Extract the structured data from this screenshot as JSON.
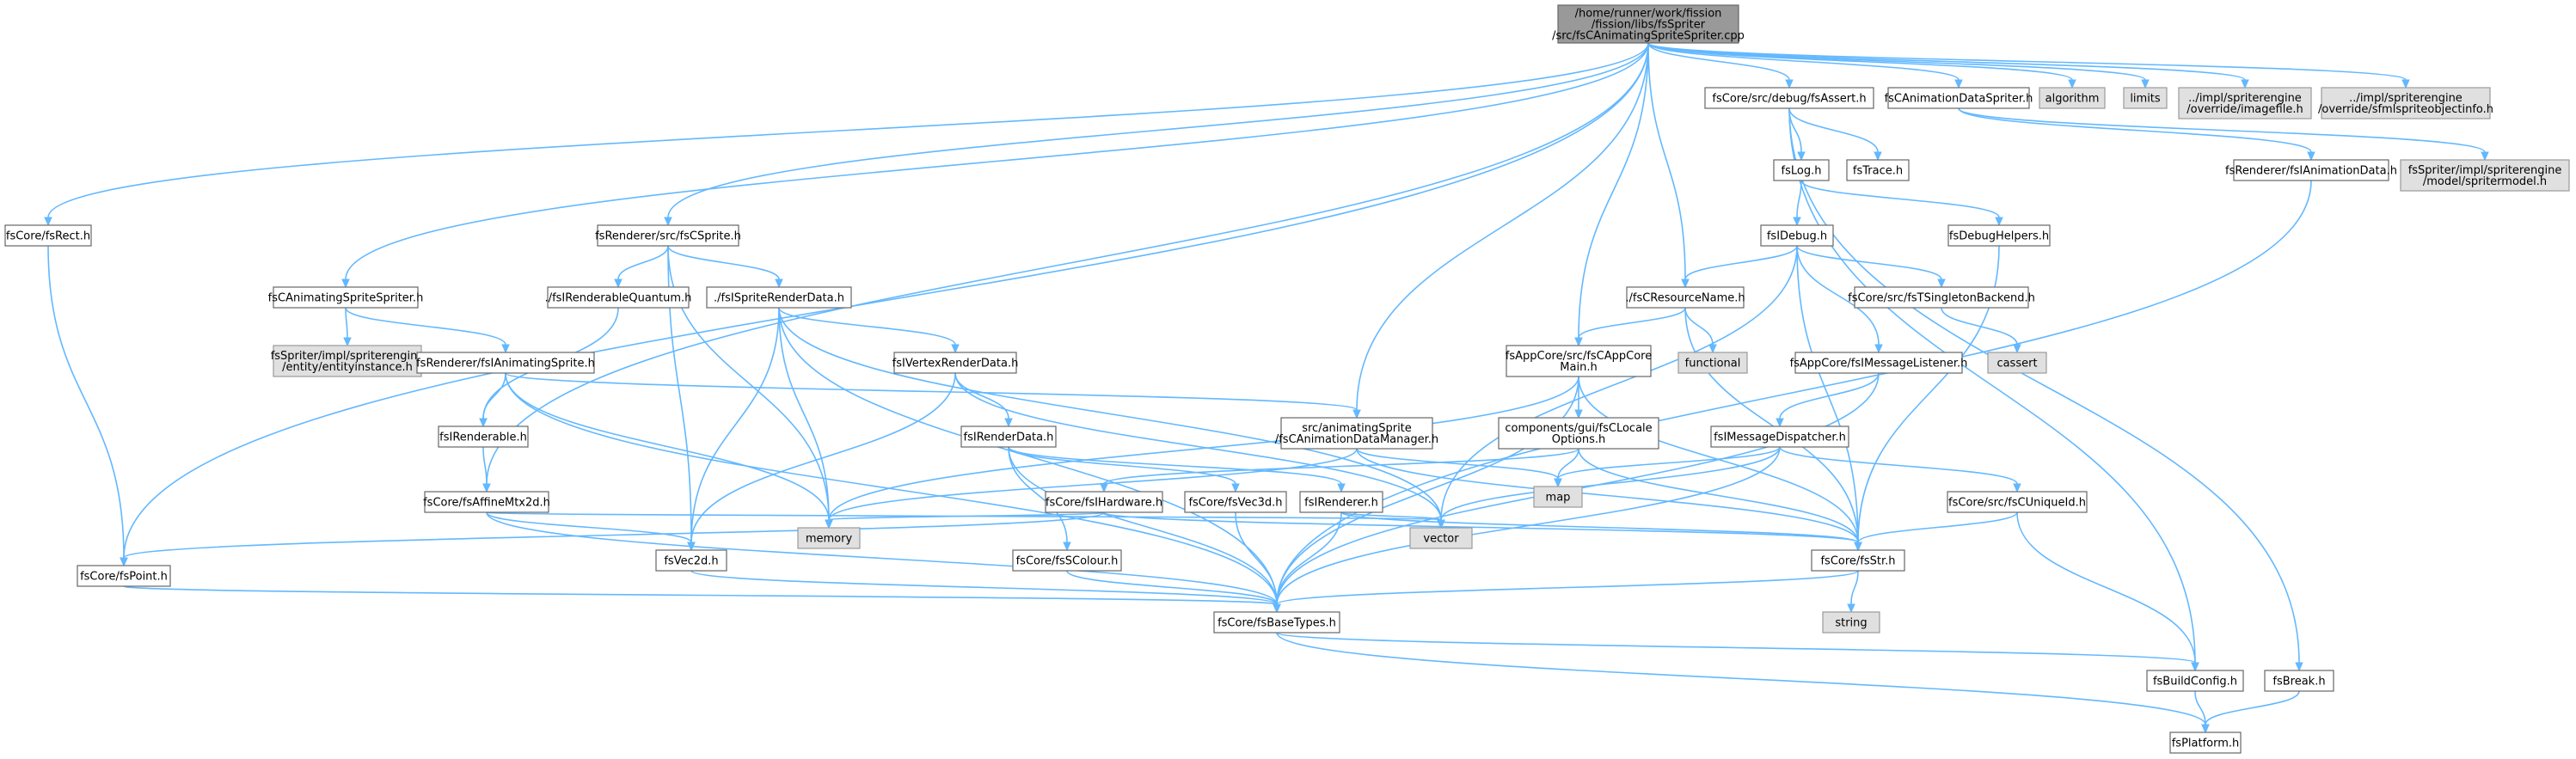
{
  "colors": {
    "root_fill": "#999999",
    "node_fill": "#ffffff",
    "node_stroke": "#666666",
    "external_fill": "#e0e0e0",
    "external_stroke": "#999999",
    "edge": "#63b8ff"
  },
  "nodes": [
    {
      "id": "root",
      "kind": "root",
      "lines": [
        "/home/runner/work/fission",
        "/fission/libs/fsSpriter",
        "/src/fsCAnimatingSpriteSpriter.cpp"
      ]
    },
    {
      "id": "fsRect",
      "kind": "file",
      "lines": [
        "fsCore/fsRect.h"
      ]
    },
    {
      "id": "fsPoint",
      "kind": "file",
      "lines": [
        "fsCore/fsPoint.h"
      ]
    },
    {
      "id": "fsCAnimatingSpriteSpriter",
      "kind": "file",
      "lines": [
        "fsCAnimatingSpriteSpriter.h"
      ]
    },
    {
      "id": "entityinstance",
      "kind": "external",
      "lines": [
        "fsSpriter/impl/spriterengine",
        "/entity/entityinstance.h"
      ]
    },
    {
      "id": "fsIAnimatingSprite",
      "kind": "file",
      "lines": [
        "fsRenderer/fsIAnimatingSprite.h"
      ]
    },
    {
      "id": "fsIRenderable",
      "kind": "file",
      "lines": [
        "fsIRenderable.h"
      ]
    },
    {
      "id": "fsAffineMtx2d",
      "kind": "file",
      "lines": [
        "fsCore/fsAffineMtx2d.h"
      ]
    },
    {
      "id": "fsCSprite",
      "kind": "file",
      "lines": [
        "fsRenderer/src/fsCSprite.h"
      ]
    },
    {
      "id": "fsIRenderableQuantum",
      "kind": "file",
      "lines": [
        "./fsIRenderableQuantum.h"
      ]
    },
    {
      "id": "fsISpriteRenderData",
      "kind": "file",
      "lines": [
        "./fsISpriteRenderData.h"
      ]
    },
    {
      "id": "fsIVertexRenderData",
      "kind": "file",
      "lines": [
        "fsIVertexRenderData.h"
      ]
    },
    {
      "id": "fsIRenderData",
      "kind": "file",
      "lines": [
        "fsIRenderData.h"
      ]
    },
    {
      "id": "fsIHardware",
      "kind": "file",
      "lines": [
        "fsCore/fsIHardware.h"
      ]
    },
    {
      "id": "fsVec3d",
      "kind": "file",
      "lines": [
        "fsCore/fsVec3d.h"
      ]
    },
    {
      "id": "fsIRenderer",
      "kind": "file",
      "lines": [
        "fsIRenderer.h"
      ]
    },
    {
      "id": "fsSColour",
      "kind": "file",
      "lines": [
        "fsCore/fsSColour.h"
      ]
    },
    {
      "id": "fsVec2d",
      "kind": "file",
      "lines": [
        "fsVec2d.h"
      ]
    },
    {
      "id": "memory",
      "kind": "external",
      "lines": [
        "memory"
      ]
    },
    {
      "id": "vector",
      "kind": "external",
      "lines": [
        "vector"
      ]
    },
    {
      "id": "fsBaseTypes",
      "kind": "file",
      "lines": [
        "fsCore/fsBaseTypes.h"
      ]
    },
    {
      "id": "fsCAnimationDataManager",
      "kind": "file",
      "lines": [
        "src/animatingSprite",
        "/fsCAnimationDataManager.h"
      ]
    },
    {
      "id": "fsCResourceName",
      "kind": "file",
      "lines": [
        "./fsCResourceName.h"
      ]
    },
    {
      "id": "functional",
      "kind": "external",
      "lines": [
        "functional"
      ]
    },
    {
      "id": "fsCAppCoreMain",
      "kind": "file",
      "lines": [
        "fsAppCore/src/fsCAppCore",
        "Main.h"
      ]
    },
    {
      "id": "fsCLocaleOptions",
      "kind": "file",
      "lines": [
        "components/gui/fsCLocale",
        "Options.h"
      ]
    },
    {
      "id": "map",
      "kind": "external",
      "lines": [
        "map"
      ]
    },
    {
      "id": "fsAssert",
      "kind": "file",
      "lines": [
        "fsCore/src/debug/fsAssert.h"
      ]
    },
    {
      "id": "fsLog",
      "kind": "file",
      "lines": [
        "fsLog.h"
      ]
    },
    {
      "id": "fsTrace",
      "kind": "file",
      "lines": [
        "fsTrace.h"
      ]
    },
    {
      "id": "fsIDebug",
      "kind": "file",
      "lines": [
        "fsIDebug.h"
      ]
    },
    {
      "id": "fsDebugHelpers",
      "kind": "file",
      "lines": [
        "fsDebugHelpers.h"
      ]
    },
    {
      "id": "fsTSingletonBackend",
      "kind": "file",
      "lines": [
        "fsCore/src/fsTSingletonBackend.h"
      ]
    },
    {
      "id": "cassert",
      "kind": "external",
      "lines": [
        "cassert"
      ]
    },
    {
      "id": "fsIMessageListener",
      "kind": "file",
      "lines": [
        "fsAppCore/fsIMessageListener.h"
      ]
    },
    {
      "id": "fsIMessageDispatcher",
      "kind": "file",
      "lines": [
        "fsIMessageDispatcher.h"
      ]
    },
    {
      "id": "fsCUniqueId",
      "kind": "file",
      "lines": [
        "fsCore/src/fsCUniqueId.h"
      ]
    },
    {
      "id": "fsStr",
      "kind": "file",
      "lines": [
        "fsCore/fsStr.h"
      ]
    },
    {
      "id": "string",
      "kind": "external",
      "lines": [
        "string"
      ]
    },
    {
      "id": "fsCAnimationDataSpriter",
      "kind": "file",
      "lines": [
        "fsCAnimationDataSpriter.h"
      ]
    },
    {
      "id": "algorithm",
      "kind": "external",
      "lines": [
        "algorithm"
      ]
    },
    {
      "id": "limits",
      "kind": "external",
      "lines": [
        "limits"
      ]
    },
    {
      "id": "imagefile",
      "kind": "external",
      "lines": [
        "../impl/spriterengine",
        "/override/imagefile.h"
      ]
    },
    {
      "id": "sfmlspriteobjectinfo",
      "kind": "external",
      "lines": [
        "../impl/spriterengine",
        "/override/sfmlspriteobjectinfo.h"
      ]
    },
    {
      "id": "fsIAnimationData",
      "kind": "file",
      "lines": [
        "fsRenderer/fsIAnimationData.h"
      ]
    },
    {
      "id": "spritermodel",
      "kind": "external",
      "lines": [
        "fsSpriter/impl/spriterengine",
        "/model/spritermodel.h"
      ]
    },
    {
      "id": "fsBuildConfig",
      "kind": "file",
      "lines": [
        "fsBuildConfig.h"
      ]
    },
    {
      "id": "fsBreak",
      "kind": "file",
      "lines": [
        "fsBreak.h"
      ]
    },
    {
      "id": "fsPlatform",
      "kind": "file",
      "lines": [
        "fsPlatform.h"
      ]
    }
  ],
  "edges": [
    [
      "root",
      "fsRect"
    ],
    [
      "root",
      "fsPoint"
    ],
    [
      "root",
      "fsCAnimatingSpriteSpriter"
    ],
    [
      "root",
      "fsAffineMtx2d"
    ],
    [
      "root",
      "fsCSprite"
    ],
    [
      "root",
      "fsCAnimationDataManager"
    ],
    [
      "root",
      "fsCAppCoreMain"
    ],
    [
      "root",
      "fsCResourceName"
    ],
    [
      "root",
      "fsAssert"
    ],
    [
      "root",
      "fsCAnimationDataSpriter"
    ],
    [
      "root",
      "algorithm"
    ],
    [
      "root",
      "limits"
    ],
    [
      "root",
      "imagefile"
    ],
    [
      "root",
      "sfmlspriteobjectinfo"
    ],
    [
      "fsRect",
      "fsPoint"
    ],
    [
      "fsPoint",
      "fsBaseTypes"
    ],
    [
      "fsCAnimatingSpriteSpriter",
      "entityinstance"
    ],
    [
      "fsCAnimatingSpriteSpriter",
      "fsIAnimatingSprite"
    ],
    [
      "fsIAnimatingSprite",
      "fsIRenderable"
    ],
    [
      "fsIAnimatingSprite",
      "fsCAnimationDataManager"
    ],
    [
      "fsIAnimatingSprite",
      "memory"
    ],
    [
      "fsIAnimatingSprite",
      "fsBaseTypes"
    ],
    [
      "fsIRenderable",
      "fsAffineMtx2d"
    ],
    [
      "fsAffineMtx2d",
      "fsVec2d"
    ],
    [
      "fsAffineMtx2d",
      "fsBaseTypes"
    ],
    [
      "fsAffineMtx2d",
      "vector"
    ],
    [
      "fsCSprite",
      "fsIRenderableQuantum"
    ],
    [
      "fsCSprite",
      "fsISpriteRenderData"
    ],
    [
      "fsCSprite",
      "fsVec2d"
    ],
    [
      "fsCSprite",
      "memory"
    ],
    [
      "fsIRenderableQuantum",
      "fsIRenderable"
    ],
    [
      "fsISpriteRenderData",
      "fsIVertexRenderData"
    ],
    [
      "fsISpriteRenderData",
      "fsVec2d"
    ],
    [
      "fsISpriteRenderData",
      "memory"
    ],
    [
      "fsISpriteRenderData",
      "vector"
    ],
    [
      "fsISpriteRenderData",
      "fsBaseTypes"
    ],
    [
      "fsIVertexRenderData",
      "fsIRenderData"
    ],
    [
      "fsIVertexRenderData",
      "fsVec2d"
    ],
    [
      "fsIVertexRenderData",
      "vector"
    ],
    [
      "fsIRenderData",
      "fsVec3d"
    ],
    [
      "fsIRenderData",
      "fsSColour"
    ],
    [
      "fsIRenderData",
      "fsIRenderer"
    ],
    [
      "fsIRenderData",
      "fsBaseTypes"
    ],
    [
      "fsVec3d",
      "fsBaseTypes"
    ],
    [
      "fsSColour",
      "fsBaseTypes"
    ],
    [
      "fsIRenderer",
      "vector"
    ],
    [
      "fsIRenderer",
      "fsStr"
    ],
    [
      "fsIRenderer",
      "fsBaseTypes"
    ],
    [
      "fsVec2d",
      "fsBaseTypes"
    ],
    [
      "fsIHardware",
      "fsPoint"
    ],
    [
      "fsIHardware",
      "memory"
    ],
    [
      "fsIHardware",
      "fsStr"
    ],
    [
      "fsCAnimationDataManager",
      "map"
    ],
    [
      "fsCAnimationDataManager",
      "memory"
    ],
    [
      "fsCAnimationDataManager",
      "fsStr"
    ],
    [
      "fsCResourceName",
      "functional"
    ],
    [
      "fsCResourceName",
      "fsCAppCoreMain"
    ],
    [
      "fsCResourceName",
      "fsStr"
    ],
    [
      "fsCAppCoreMain",
      "fsCLocaleOptions"
    ],
    [
      "fsCAppCoreMain",
      "memory"
    ],
    [
      "fsCAppCoreMain",
      "fsStr"
    ],
    [
      "fsCAppCoreMain",
      "fsBaseTypes"
    ],
    [
      "fsCLocaleOptions",
      "map"
    ],
    [
      "fsCLocaleOptions",
      "fsIHardware"
    ],
    [
      "fsCLocaleOptions",
      "fsStr"
    ],
    [
      "fsAssert",
      "fsLog"
    ],
    [
      "fsAssert",
      "fsTrace"
    ],
    [
      "fsAssert",
      "fsBuildConfig"
    ],
    [
      "fsAssert",
      "fsBreak"
    ],
    [
      "fsLog",
      "fsIDebug"
    ],
    [
      "fsLog",
      "fsDebugHelpers"
    ],
    [
      "fsIDebug",
      "fsCResourceName"
    ],
    [
      "fsIDebug",
      "fsTSingletonBackend"
    ],
    [
      "fsIDebug",
      "fsIMessageListener"
    ],
    [
      "fsIDebug",
      "vector"
    ],
    [
      "fsIDebug",
      "fsStr"
    ],
    [
      "fsDebugHelpers",
      "fsStr"
    ],
    [
      "fsTSingletonBackend",
      "cassert"
    ],
    [
      "fsIMessageListener",
      "fsIMessageDispatcher"
    ],
    [
      "fsIMessageListener",
      "fsBaseTypes"
    ],
    [
      "fsIMessageDispatcher",
      "map"
    ],
    [
      "fsIMessageDispatcher",
      "vector"
    ],
    [
      "fsIMessageDispatcher",
      "fsCUniqueId"
    ],
    [
      "fsIMessageDispatcher",
      "fsBaseTypes"
    ],
    [
      "fsCUniqueId",
      "fsStr"
    ],
    [
      "fsCUniqueId",
      "fsBuildConfig"
    ],
    [
      "fsStr",
      "string"
    ],
    [
      "fsStr",
      "fsBaseTypes"
    ],
    [
      "fsBaseTypes",
      "fsBuildConfig"
    ],
    [
      "fsBaseTypes",
      "fsPlatform"
    ],
    [
      "fsCAnimationDataSpriter",
      "fsIAnimationData"
    ],
    [
      "fsCAnimationDataSpriter",
      "spritermodel"
    ],
    [
      "fsIAnimationData",
      "fsBaseTypes"
    ],
    [
      "fsBuildConfig",
      "fsPlatform"
    ],
    [
      "fsBreak",
      "fsPlatform"
    ]
  ]
}
